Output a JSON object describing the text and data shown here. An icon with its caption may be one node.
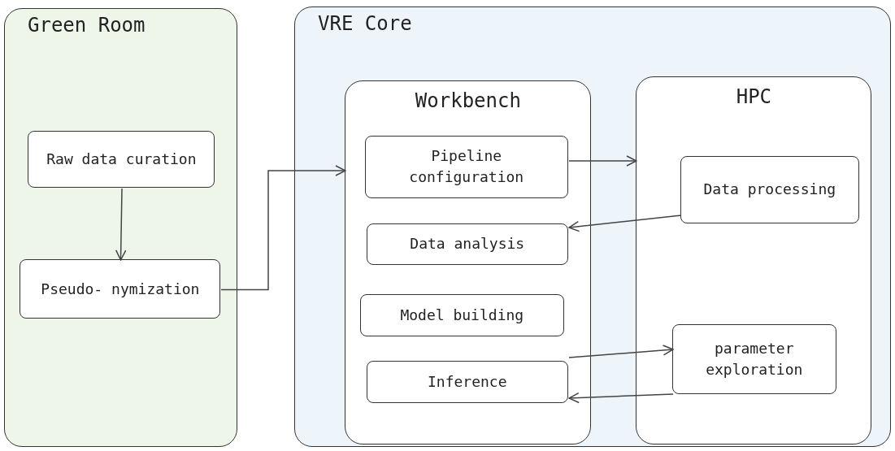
{
  "diagram": {
    "nodes": [
      {
        "text": [
          "Green Room"
        ]
      },
      {
        "text": [
          "Raw data curation"
        ],
        "in": 0
      },
      {
        "text": [
          "Pseudo- nymization"
        ],
        "in": 0
      },
      {
        "text": [
          "VRE Core"
        ]
      },
      {
        "text": [
          "Workbench"
        ],
        "in": 3
      },
      {
        "text": [
          "Pipeline configuration"
        ],
        "in": 4
      },
      {
        "text": [
          "Data analysis"
        ],
        "in": 4
      },
      {
        "text": [
          "Model building"
        ],
        "in": 4
      },
      {
        "text": [
          "Inference"
        ],
        "in": 4
      },
      {
        "text": [
          "HPC"
        ],
        "in": 3
      },
      {
        "text": [
          "Data processing"
        ],
        "in": 9
      },
      {
        "text": [
          "parameter exploration"
        ],
        "in": 9
      }
    ],
    "edges": [
      {
        "from": 1,
        "to": 2,
        "arrow": "to"
      },
      {
        "from": 2,
        "to": 4,
        "arrow": "to"
      },
      {
        "from": 5,
        "to": 9,
        "arrow": "to"
      },
      {
        "from": 10,
        "to": 6,
        "arrow": "to"
      },
      {
        "from": 8,
        "to": 11,
        "arrow": "to"
      },
      {
        "from": 11,
        "to": 8,
        "arrow": "to"
      }
    ]
  }
}
